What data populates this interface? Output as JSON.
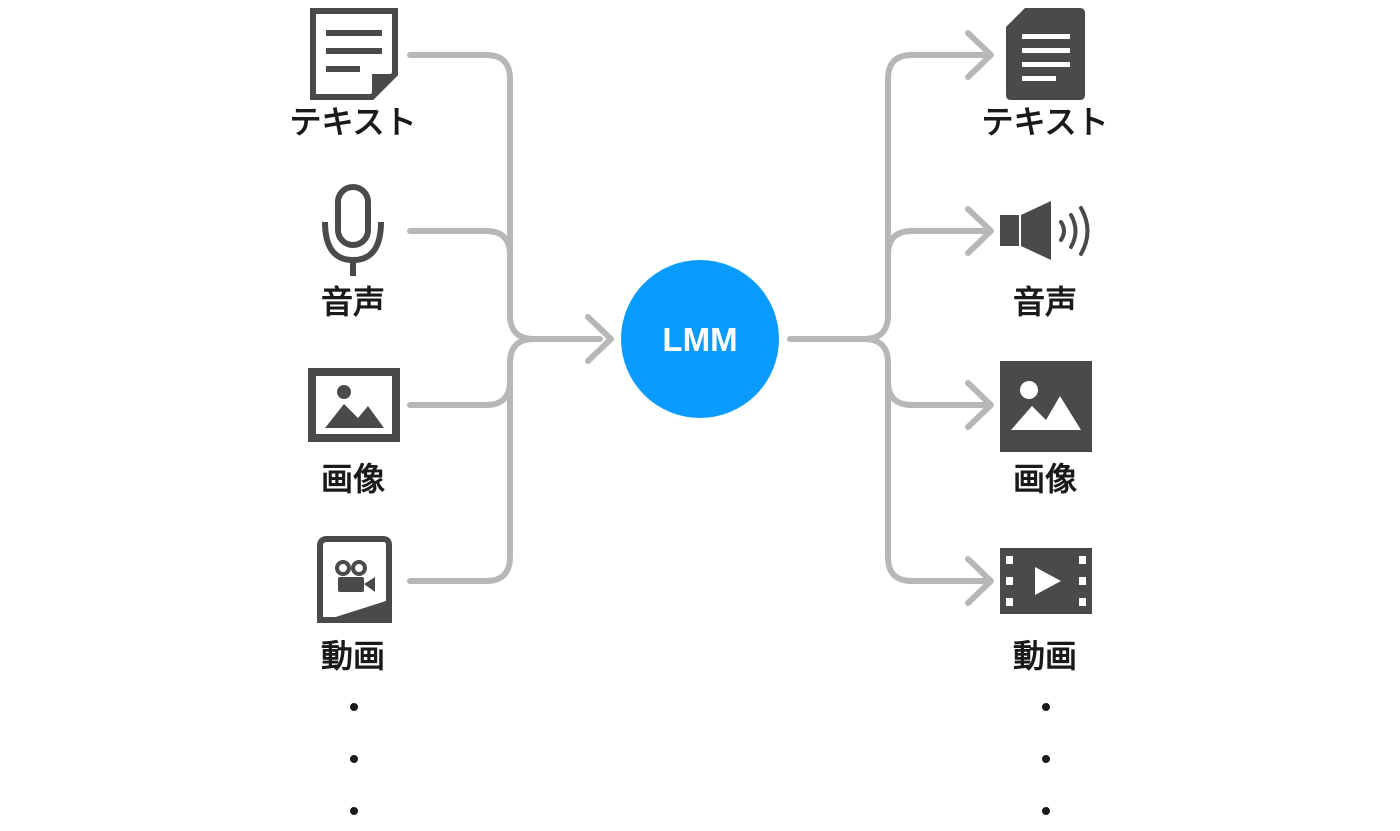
{
  "center": {
    "label": "LMM",
    "color": "#0a9bff"
  },
  "inputs": [
    {
      "label": "テキスト",
      "icon": "document-icon"
    },
    {
      "label": "音声",
      "icon": "microphone-icon"
    },
    {
      "label": "画像",
      "icon": "image-icon"
    },
    {
      "label": "動画",
      "icon": "video-file-icon"
    }
  ],
  "outputs": [
    {
      "label": "テキスト",
      "icon": "document-icon"
    },
    {
      "label": "音声",
      "icon": "speaker-icon"
    },
    {
      "label": "画像",
      "icon": "image-icon"
    },
    {
      "label": "動画",
      "icon": "film-play-icon"
    }
  ],
  "colors": {
    "connector": "#b7b7b7",
    "icon": "#4a4a4a",
    "text": "#1a1a1a"
  }
}
